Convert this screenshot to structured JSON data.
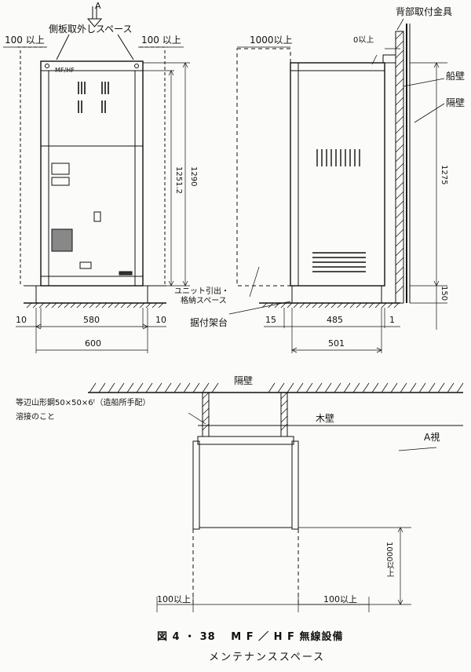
{
  "arrow_label": "A",
  "front": {
    "side_panel_label": "側板取外しスペース",
    "left_clearance": "100 以上",
    "right_clearance": "100 以上",
    "height_outer": "1290",
    "height_inner": "1251.2",
    "bottom_left": "10",
    "bottom_center": "580",
    "bottom_right": "10",
    "total_width": "600",
    "nameplate": "MF/HF"
  },
  "side": {
    "front_clearance": "1000以上",
    "top_gap": "0以上",
    "bracket_label": "背部取付金具",
    "hull_label": "船壁",
    "partition_label": "隔壁",
    "wall_height": "1275",
    "base_height": "150",
    "unit_label_1": "ユニット引出・",
    "unit_label_2": "格納スペース",
    "base_frame_label": "据付架台",
    "bottom_15": "15",
    "bottom_485": "485",
    "bottom_1": "1",
    "total_width": "501"
  },
  "plan": {
    "partition_label": "隔壁",
    "angle_label": "等辺山形鋼50×50×6ᵗ（造船所手配）",
    "weld_label": "溶接のこと",
    "wood_wall_label": "木壁",
    "view_label": "A視",
    "front_clearance": "1000以上",
    "left_clearance": "100以上",
    "right_clearance": "100以上"
  },
  "caption": {
    "line1": "図 4 ・ 38　 M F ／ H F 無線設備",
    "line2": "メンテナンススペース"
  }
}
